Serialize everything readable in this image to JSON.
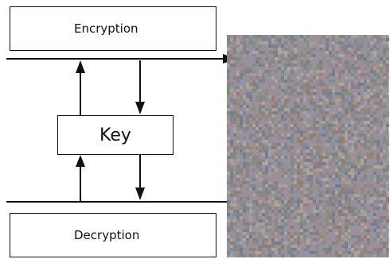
{
  "diagram": {
    "encryption_label": "Encryption",
    "key_label": "Key",
    "decryption_label": "Decryption"
  },
  "colors": {
    "line": "#111111",
    "noise_palette": [
      "#8c7b72",
      "#9a8fa1",
      "#7f8c7f",
      "#a38b8e",
      "#8d97a8",
      "#b0a7a0",
      "#6f7b8f"
    ]
  }
}
